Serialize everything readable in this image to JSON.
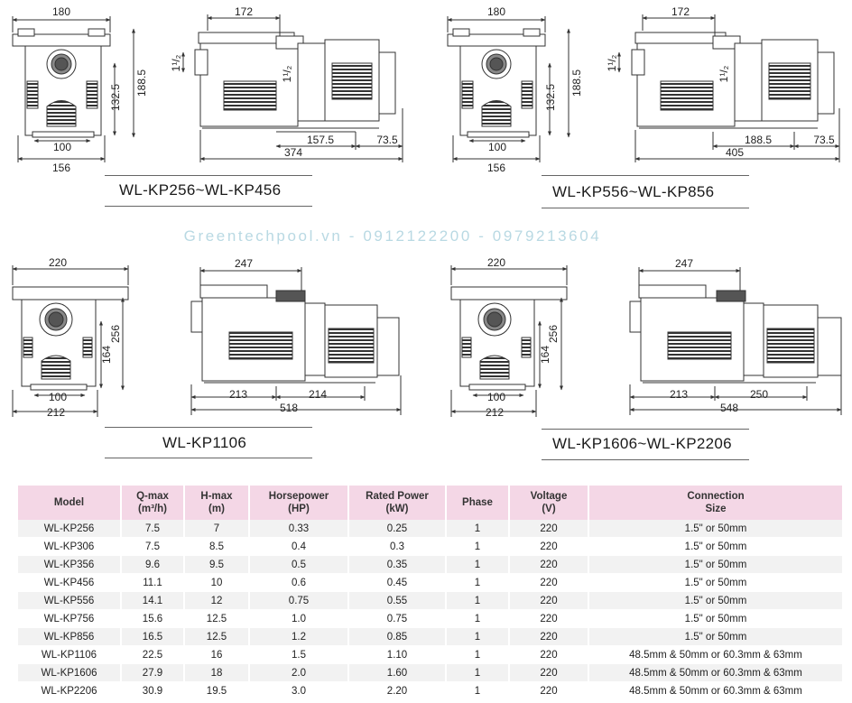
{
  "watermark": "Greentechpool.vn - 0912122200 - 0979213604",
  "drawings": {
    "kp256": {
      "model": "WL-KP256~WL-KP456",
      "front": {
        "width_top": "180",
        "height_total": "188.5",
        "height_inner": "132.5",
        "width_inner": "100",
        "width_base": "156"
      },
      "side": {
        "width_top": "172",
        "inlet": "1¹/₂",
        "outlet": "1¹/₂",
        "dim_a": "157.5",
        "dim_b": "73.5",
        "length": "374"
      }
    },
    "kp556": {
      "model": "WL-KP556~WL-KP856",
      "front": {
        "width_top": "180",
        "height_total": "188.5",
        "height_inner": "132.5",
        "width_inner": "100",
        "width_base": "156"
      },
      "side": {
        "width_top": "172",
        "inlet": "1¹/₂",
        "outlet": "1¹/₂",
        "dim_a": "188.5",
        "dim_b": "73.5",
        "length": "405"
      }
    },
    "kp1106": {
      "model": "WL-KP1106",
      "front": {
        "width_top": "220",
        "height_total": "256",
        "height_inner": "164",
        "width_inner": "100",
        "width_base": "212"
      },
      "side": {
        "width_top": "247",
        "dim_a": "213",
        "dim_b": "214",
        "length": "518"
      }
    },
    "kp1606": {
      "model": "WL-KP1606~WL-KP2206",
      "front": {
        "width_top": "220",
        "height_total": "256",
        "height_inner": "164",
        "width_inner": "100",
        "width_base": "212"
      },
      "side": {
        "width_top": "247",
        "dim_a": "213",
        "dim_b": "250",
        "length": "548"
      }
    }
  },
  "table": {
    "headers": [
      {
        "line1": "Model",
        "line2": ""
      },
      {
        "line1": "Q-max",
        "line2": "(m³/h)"
      },
      {
        "line1": "H-max",
        "line2": "(m)"
      },
      {
        "line1": "Horsepower",
        "line2": "(HP)"
      },
      {
        "line1": "Rated Power",
        "line2": "(kW)"
      },
      {
        "line1": "Phase",
        "line2": ""
      },
      {
        "line1": "Voltage",
        "line2": "(V)"
      },
      {
        "line1": "Connection",
        "line2": "Size"
      }
    ],
    "rows": [
      [
        "WL-KP256",
        "7.5",
        "7",
        "0.33",
        "0.25",
        "1",
        "220",
        "1.5\" or 50mm"
      ],
      [
        "WL-KP306",
        "7.5",
        "8.5",
        "0.4",
        "0.3",
        "1",
        "220",
        "1.5\" or 50mm"
      ],
      [
        "WL-KP356",
        "9.6",
        "9.5",
        "0.5",
        "0.35",
        "1",
        "220",
        "1.5\" or 50mm"
      ],
      [
        "WL-KP456",
        "11.1",
        "10",
        "0.6",
        "0.45",
        "1",
        "220",
        "1.5\" or 50mm"
      ],
      [
        "WL-KP556",
        "14.1",
        "12",
        "0.75",
        "0.55",
        "1",
        "220",
        "1.5\" or 50mm"
      ],
      [
        "WL-KP756",
        "15.6",
        "12.5",
        "1.0",
        "0.75",
        "1",
        "220",
        "1.5\" or 50mm"
      ],
      [
        "WL-KP856",
        "16.5",
        "12.5",
        "1.2",
        "0.85",
        "1",
        "220",
        "1.5\" or 50mm"
      ],
      [
        "WL-KP1106",
        "22.5",
        "16",
        "1.5",
        "1.10",
        "1",
        "220",
        "48.5mm & 50mm or 60.3mm & 63mm"
      ],
      [
        "WL-KP1606",
        "27.9",
        "18",
        "2.0",
        "1.60",
        "1",
        "220",
        "48.5mm & 50mm or 60.3mm & 63mm"
      ],
      [
        "WL-KP2206",
        "30.9",
        "19.5",
        "3.0",
        "2.20",
        "1",
        "220",
        "48.5mm & 50mm or 60.3mm & 63mm"
      ]
    ]
  }
}
